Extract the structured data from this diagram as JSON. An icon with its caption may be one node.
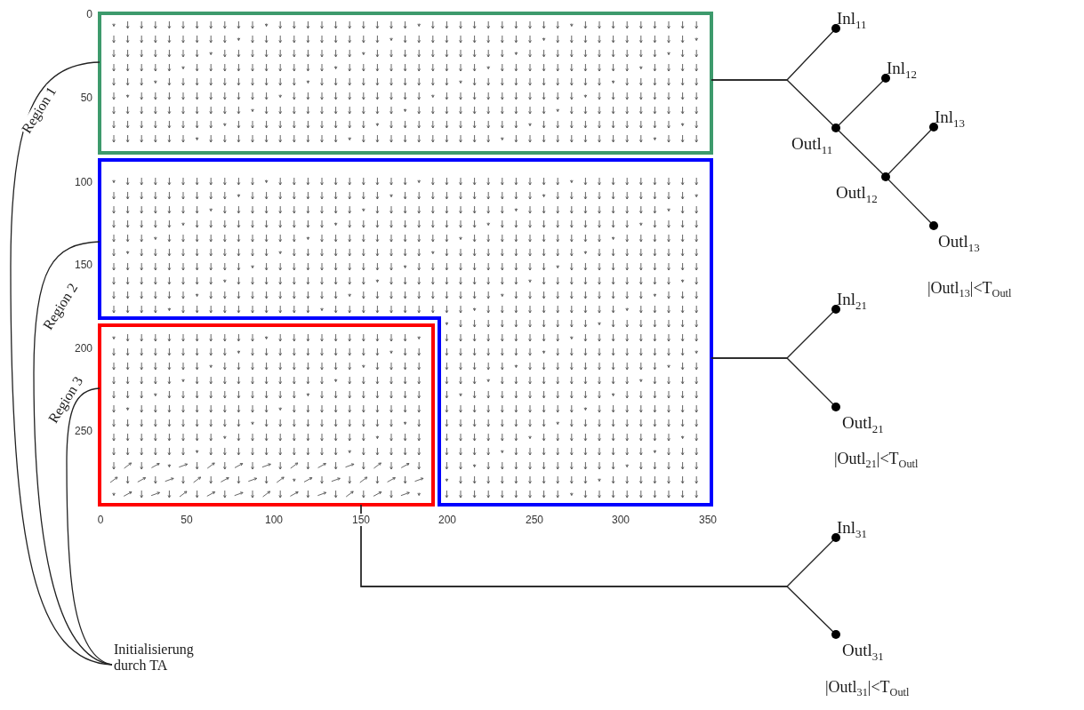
{
  "diagram": {
    "nodes": [
      {
        "text": [],
        "shape": "box"
      },
      {
        "text": [],
        "shape": "box"
      },
      {
        "text": [],
        "shape": "box"
      },
      {
        "text": [
          "Initialisierung durch TA"
        ]
      },
      {
        "text": [
          "Inl$_{11}$"
        ]
      },
      {
        "text": [
          "Outl$_{11}$"
        ]
      },
      {
        "text": [
          "Inl$_{12}$"
        ]
      },
      {
        "text": [
          "Outl$_{12}$"
        ]
      },
      {
        "text": [
          "Inl$_{13}$"
        ]
      },
      {
        "text": [
          "Outl$_{13}$"
        ],
        "beside": [
          "|Outl$_{13}$|<T$_{Outl}$"
        ]
      },
      {
        "text": [
          "Inl$_{21}$"
        ]
      },
      {
        "text": [
          "Outl$_{21}$"
        ],
        "beside": [
          "|Outl$_{21}$|<T$_{Outl}$"
        ]
      },
      {
        "text": [
          "Inl$_{31}$"
        ]
      },
      {
        "text": [
          "Outl$_{31}$"
        ],
        "beside": [
          "|Outl$_{31}$|<T$_{Outl}$"
        ]
      }
    ],
    "edges": [
      {
        "from": 3,
        "to": 0,
        "arrow": "none",
        "label": "Region 1"
      },
      {
        "from": 3,
        "to": 1,
        "arrow": "none",
        "label": "Region 2"
      },
      {
        "from": 3,
        "to": 2,
        "arrow": "none",
        "label": "Region 3"
      },
      {
        "from": 0,
        "to": 4,
        "arrow": "none"
      },
      {
        "from": 0,
        "to": 5,
        "arrow": "none"
      },
      {
        "from": 5,
        "to": 6,
        "arrow": "none"
      },
      {
        "from": 5,
        "to": 7,
        "arrow": "none"
      },
      {
        "from": 7,
        "to": 8,
        "arrow": "none"
      },
      {
        "from": 7,
        "to": 9,
        "arrow": "none"
      },
      {
        "from": 1,
        "to": 10,
        "arrow": "none"
      },
      {
        "from": 1,
        "to": 11,
        "arrow": "none"
      },
      {
        "from": 2,
        "to": 12,
        "arrow": "none"
      },
      {
        "from": 2,
        "to": 13,
        "arrow": "none"
      }
    ],
    "labels": [
      "0",
      "50",
      "100",
      "150",
      "200",
      "250",
      "0",
      "50",
      "100",
      "150",
      "200",
      "250",
      "300",
      "350"
    ]
  }
}
